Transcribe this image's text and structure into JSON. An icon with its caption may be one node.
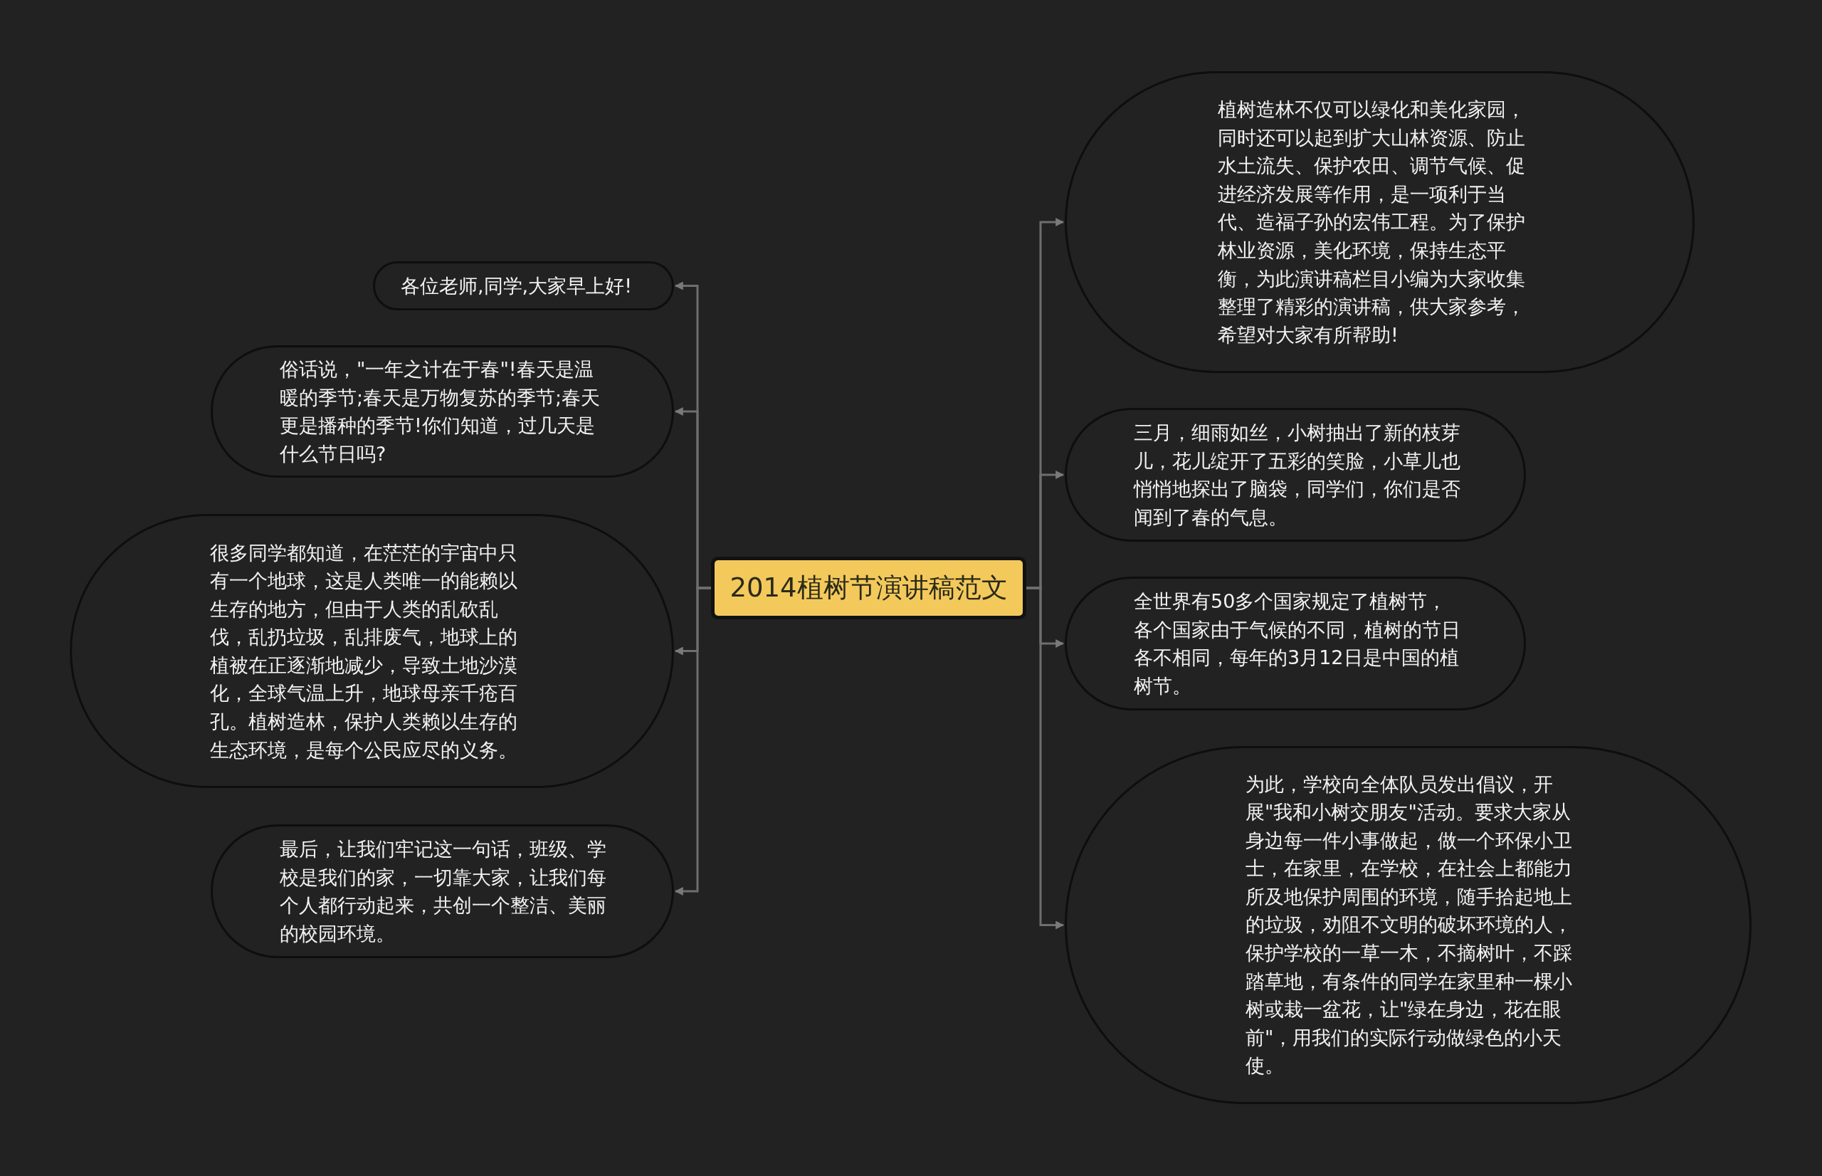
{
  "diagram": {
    "nodes": [
      {
        "text": [
          "2014植树节演讲稿范文"
        ]
      },
      {
        "text": [
          "各位老师,同学,大家早上好!"
        ]
      },
      {
        "text": [
          "俗话说，\"一年之计在于春\"!春天是温暖的季节;春天是万物复苏的季节;春天更是播种的季节!你们知道，过几天是什么节日吗?"
        ]
      },
      {
        "text": [
          "很多同学都知道，在茫茫的宇宙中只有一个地球，这是人类唯一的能赖以生存的地方，但由于人类的乱砍乱伐，乱扔垃圾，乱排废气，地球上的植被在正逐渐地减少，导致土地沙漠化，全球气温上升，地球母亲千疮百孔。植树造林，保护人类赖以生存的生态环境，是每个公民应尽的义务。"
        ]
      },
      {
        "text": [
          "最后，让我们牢记这一句话，班级、学校是我们的家，一切靠大家，让我们每个人都行动起来，共创一个整洁、美丽的校园环境。"
        ]
      },
      {
        "text": [
          "植树造林不仅可以绿化和美化家园，同时还可以起到扩大山林资源、防止水土流失、保护农田、调节气候、促进经济发展等作用，是一项利于当代、造福子孙的宏伟工程。为了保护林业资源，美化环境，保持生态平衡，为此演讲稿栏目小编为大家收集整理了精彩的演讲稿，供大家参考，希望对大家有所帮助!"
        ]
      },
      {
        "text": [
          "三月，细雨如丝，小树抽出了新的枝芽儿，花儿绽开了五彩的笑脸，小草儿也悄悄地探出了脑袋，同学们，你们是否闻到了春的气息。"
        ]
      },
      {
        "text": [
          "全世界有50多个国家规定了植树节，各个国家由于气候的不同，植树的节日各不相同，每年的3月12日是中国的植树节。"
        ]
      },
      {
        "text": [
          "为此，学校向全体队员发出倡议，开展\"我和小树交朋友\"活动。要求大家从身边每一件小事做起，做一个环保小卫士，在家里，在学校，在社会上都能力所及地保护周围的环境，随手拾起地上的垃圾，劝阻不文明的破坏环境的人，保护学校的一草一木，不摘树叶，不踩踏草地，有条件的同学在家里种一棵小树或栽一盆花，让\"绿在身边，花在眼前\"，用我们的实际行动做绿色的小天使。"
        ]
      }
    ],
    "edges": [
      {
        "from": 0,
        "to": 1,
        "arrow": "to"
      },
      {
        "from": 0,
        "to": 2,
        "arrow": "to"
      },
      {
        "from": 0,
        "to": 3,
        "arrow": "to"
      },
      {
        "from": 0,
        "to": 4,
        "arrow": "to"
      },
      {
        "from": 0,
        "to": 5,
        "arrow": "to"
      },
      {
        "from": 0,
        "to": 6,
        "arrow": "to"
      },
      {
        "from": 0,
        "to": 7,
        "arrow": "to"
      },
      {
        "from": 0,
        "to": 8,
        "arrow": "to"
      }
    ]
  }
}
